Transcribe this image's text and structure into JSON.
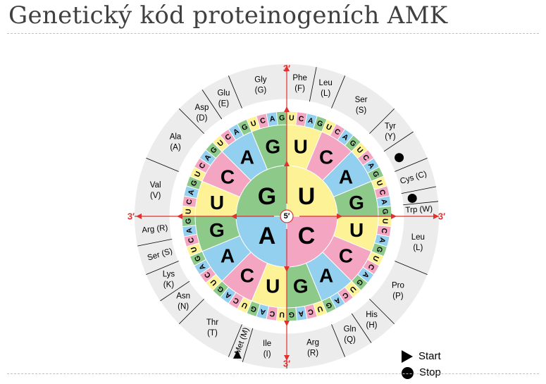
{
  "title": "Genetický kód proteinogeních AMK",
  "colors": {
    "U": "#fdf396",
    "C": "#f4a5c2",
    "A": "#93cfee",
    "G": "#8dc989",
    "arrow": "#e03030",
    "outer": "#ececec"
  },
  "wheel": {
    "center_label": "5′",
    "end_label": "3′",
    "first": [
      "U",
      "C",
      "A",
      "G"
    ],
    "second": [
      "U",
      "C",
      "A",
      "G"
    ],
    "third": [
      "U",
      "C",
      "A",
      "G"
    ]
  },
  "amino_acids": [
    {
      "name": "Phe",
      "code": "(F)",
      "codons": 2
    },
    {
      "name": "Leu",
      "code": "(L)",
      "codons": 2
    },
    {
      "name": "Ser",
      "code": "(S)",
      "codons": 4
    },
    {
      "name": "Tyr",
      "code": "(Y)",
      "codons": 2
    },
    {
      "name": "",
      "code": "",
      "codons": 2,
      "stop": true
    },
    {
      "name": "Cys",
      "code": "(C)",
      "codons": 2,
      "inline": true
    },
    {
      "name": "",
      "code": "",
      "codons": 1,
      "stop": true
    },
    {
      "name": "Trp",
      "code": "(W)",
      "codons": 1,
      "inline": true
    },
    {
      "name": "Leu",
      "code": "(L)",
      "codons": 4
    },
    {
      "name": "Pro",
      "code": "(P)",
      "codons": 4
    },
    {
      "name": "His",
      "code": "(H)",
      "codons": 2
    },
    {
      "name": "Gln",
      "code": "(Q)",
      "codons": 2
    },
    {
      "name": "Arg",
      "code": "(R)",
      "codons": 4
    },
    {
      "name": "Ile",
      "code": "(I)",
      "codons": 3
    },
    {
      "name": "Met",
      "code": "(M)",
      "codons": 1,
      "start": true,
      "inline": true
    },
    {
      "name": "Thr",
      "code": "(T)",
      "codons": 4
    },
    {
      "name": "Asn",
      "code": "(N)",
      "codons": 2
    },
    {
      "name": "Lys",
      "code": "(K)",
      "codons": 2
    },
    {
      "name": "Ser",
      "code": "(S)",
      "codons": 2,
      "inline": true
    },
    {
      "name": "Arg",
      "code": "(R)",
      "codons": 2,
      "inline": true
    },
    {
      "name": "Val",
      "code": "(V)",
      "codons": 4
    },
    {
      "name": "Ala",
      "code": "(A)",
      "codons": 4
    },
    {
      "name": "Asp",
      "code": "(D)",
      "codons": 2
    },
    {
      "name": "Glu",
      "code": "(E)",
      "codons": 2
    },
    {
      "name": "Gly",
      "code": "(G)",
      "codons": 4
    }
  ],
  "legend": {
    "start": "Start",
    "stop": "Stop"
  }
}
